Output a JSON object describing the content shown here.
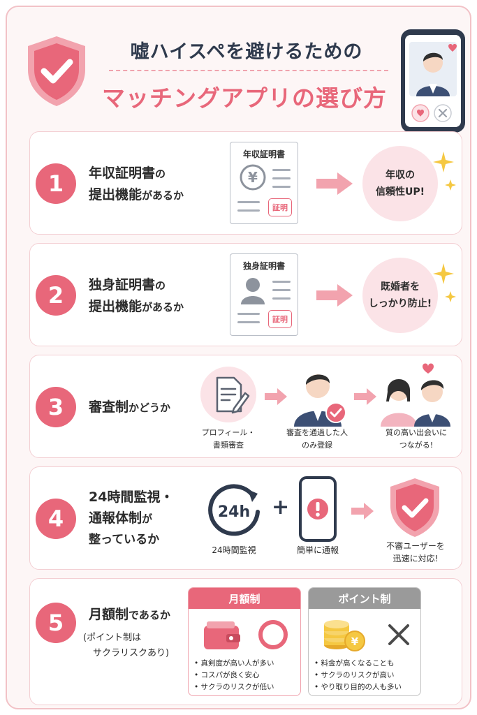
{
  "header": {
    "title_line1": "嘘ハイスペを避けるための",
    "title_line2": "マッチングアプリの選び方"
  },
  "colors": {
    "accent": "#e8677a",
    "accent_light": "#fbe3e7",
    "navy": "#2f3a4d",
    "gray_head": "#9a9a9a"
  },
  "items": [
    {
      "number": "1",
      "line1_strong": "年収証明書",
      "line1_rest": "の",
      "line2_strong": "提出機能",
      "line2_rest": "があるか",
      "doc_title": "年収証明書",
      "stamp": "証明",
      "result": [
        "年収の",
        "信頼性UP!"
      ]
    },
    {
      "number": "2",
      "line1_strong": "独身証明書",
      "line1_rest": "の",
      "line2_strong": "提出機能",
      "line2_rest": "があるか",
      "doc_title": "独身証明書",
      "stamp": "証明",
      "result": [
        "既婚者を",
        "しっかり防止!"
      ]
    },
    {
      "number": "3",
      "line1_strong": "審査制",
      "line1_rest": "かどうか",
      "steps": [
        {
          "caption": [
            "プロフィール・",
            "書類審査"
          ]
        },
        {
          "caption": [
            "審査を通過した人",
            "のみ登録"
          ]
        },
        {
          "caption": [
            "質の高い出会いに",
            "つながる!"
          ]
        }
      ]
    },
    {
      "number": "4",
      "lines": [
        "24時間監視・",
        "通報体制",
        "が",
        "整っているか"
      ],
      "clock_label": "24h",
      "clock_caption": "24時間監視",
      "plus": "+",
      "report_caption": "簡単に通報",
      "result_caption": [
        "不審ユーザーを",
        "迅速に対応!"
      ]
    },
    {
      "number": "5",
      "line1_strong": "月額制",
      "line1_rest": "であるか",
      "sub": [
        "(ポイント制は",
        "サクラリスクあり)"
      ],
      "plans": [
        {
          "name": "月額制",
          "points": [
            "真剣度が高い人が多い",
            "コスパが良く安心",
            "サクラのリスクが低い"
          ]
        },
        {
          "name": "ポイント制",
          "points": [
            "料金が高くなることも",
            "サクラのリスクが高い",
            "やり取り目的の人も多い"
          ]
        }
      ]
    }
  ]
}
